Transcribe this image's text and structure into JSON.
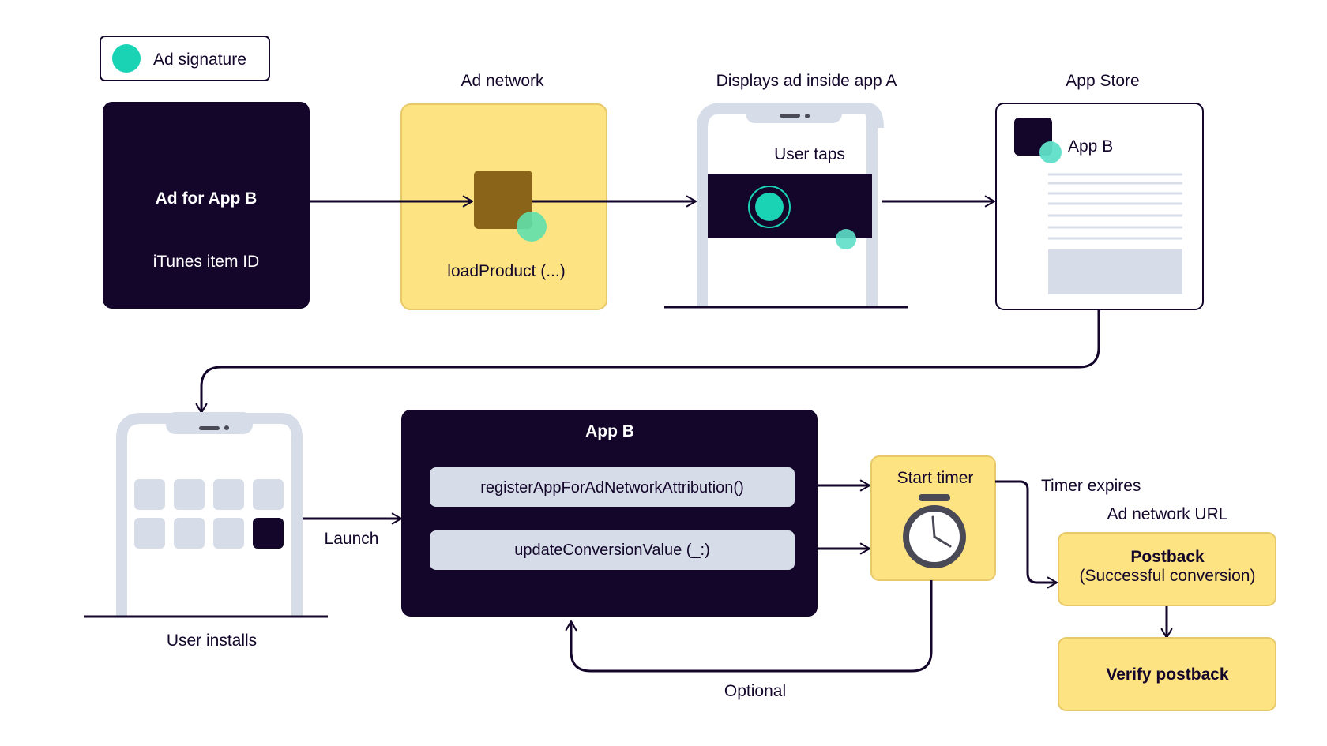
{
  "legend": {
    "label": "Ad signature",
    "icon": "ad-signature-dot"
  },
  "ad_card": {
    "title": "Ad for App B",
    "subtitle": "iTunes item ID"
  },
  "ad_network": {
    "heading": "Ad network",
    "call": "loadProduct (...)"
  },
  "display": {
    "heading": "Displays ad inside app A",
    "user_action": "User taps"
  },
  "app_store": {
    "heading": "App Store",
    "app_name": "App B"
  },
  "install": {
    "caption": "User installs"
  },
  "launch": {
    "label": "Launch"
  },
  "app_b": {
    "title": "App B",
    "register_call": "registerAppForAdNetworkAttribution()",
    "update_call": "updateConversionValue (_:)"
  },
  "timer": {
    "label": "Start timer",
    "icon": "stopwatch-icon"
  },
  "timer_expires": {
    "label": "Timer expires"
  },
  "ad_network_url": {
    "label": "Ad network URL"
  },
  "postback": {
    "title": "Postback",
    "subtitle": "(Successful conversion)"
  },
  "verify": {
    "label": "Verify postback"
  },
  "optional": {
    "label": "Optional"
  },
  "colors": {
    "navy": "#13062a",
    "yellow": "#fde382",
    "yellow_border": "#e8c96a",
    "teal": "#19d3b4",
    "brown": "#8a6418",
    "light_gray": "#d6dde8",
    "line": "#13062a"
  }
}
